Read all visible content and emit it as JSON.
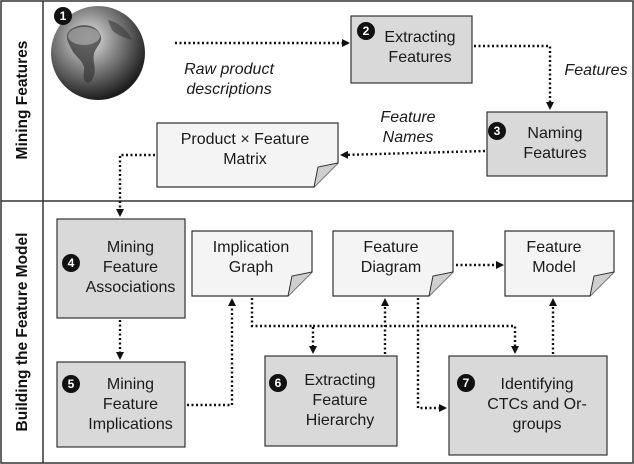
{
  "sections": {
    "mining": "Mining Features",
    "building": "Building the Feature Model"
  },
  "steps": {
    "s1": {
      "num": "1"
    },
    "s2": {
      "num": "2",
      "label": "Extracting Features"
    },
    "s3": {
      "num": "3",
      "label": "Naming Features"
    },
    "s4": {
      "num": "4",
      "label": "Mining Feature Associations"
    },
    "s5": {
      "num": "5",
      "label": "Mining Feature Implications"
    },
    "s6": {
      "num": "6",
      "label": "Extracting Feature Hierarchy"
    },
    "s7": {
      "num": "7",
      "label": "Identifying CTCs and Or-groups"
    }
  },
  "artifacts": {
    "matrix": "Product × Feature Matrix",
    "implication_graph": "Implication Graph",
    "feature_diagram": "Feature Diagram",
    "feature_model": "Feature Model"
  },
  "edge_labels": {
    "raw": "Raw product descriptions",
    "features": "Features",
    "feature_names": "Feature Names"
  },
  "colors": {
    "process_fill": "#d9d9d9",
    "document_fill": "#f4f4f4",
    "stroke": "#333333"
  }
}
